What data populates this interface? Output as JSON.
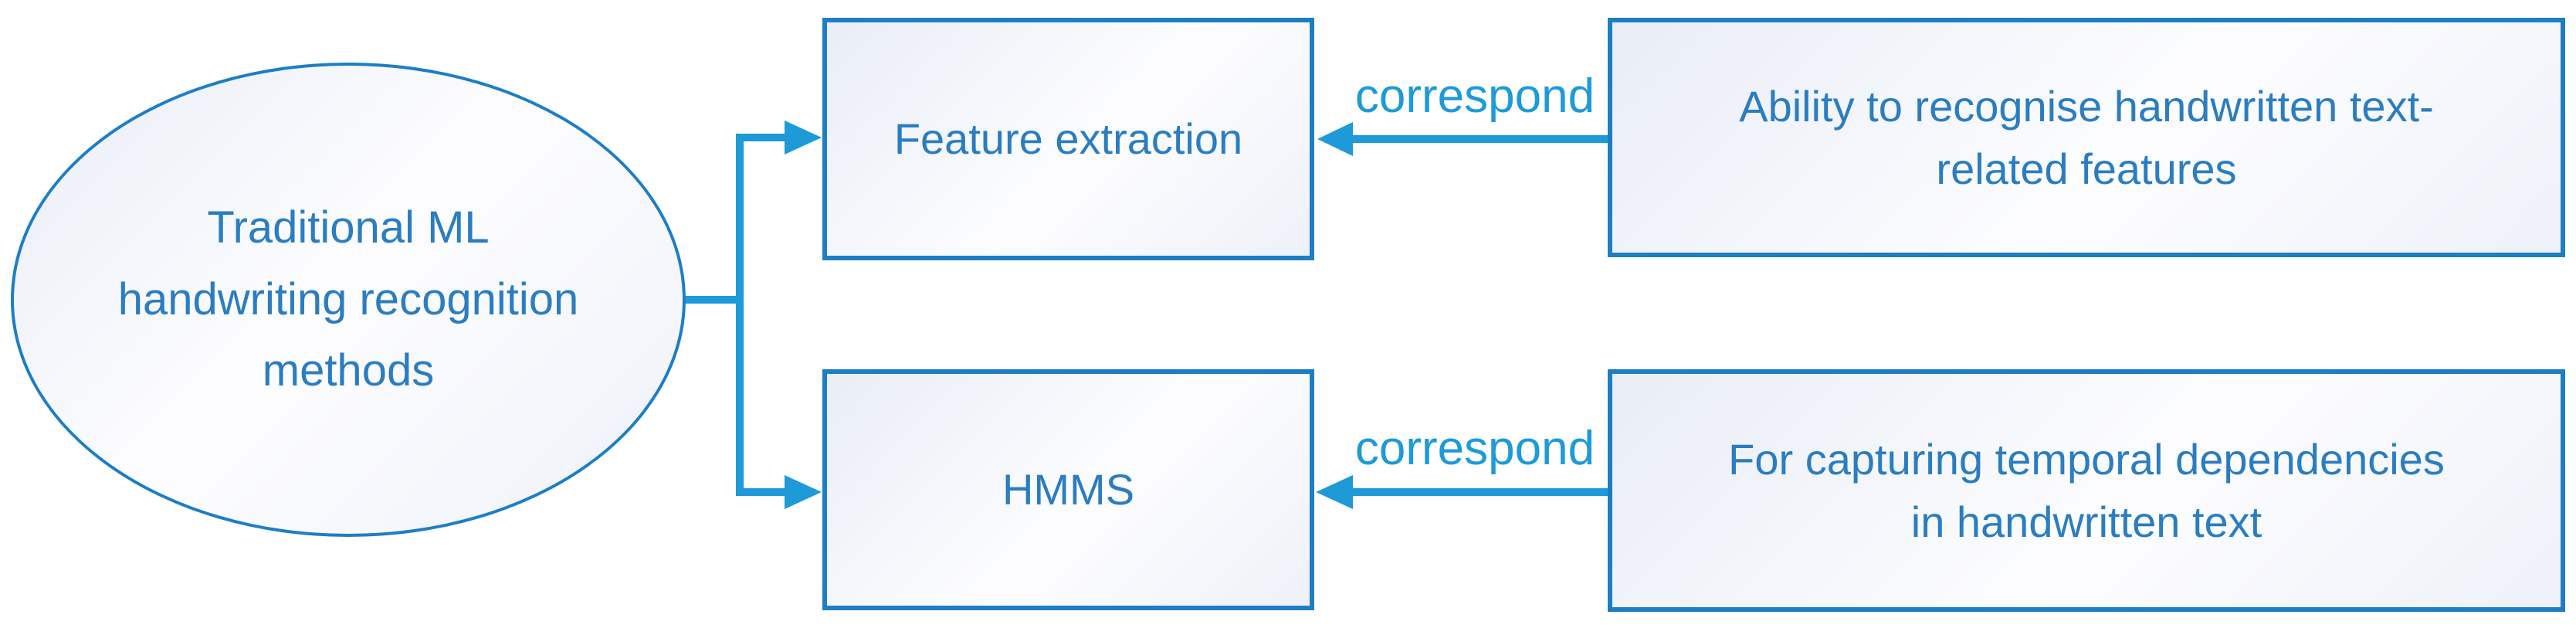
{
  "diagram": {
    "type": "flowchart",
    "root_label": "Traditional ML\nhandwriting recognition\nmethods",
    "method_nodes": [
      {
        "label": "Feature extraction"
      },
      {
        "label": "HMMS"
      }
    ],
    "description_nodes": [
      {
        "label": "Ability to recognise handwritten text-\nrelated features"
      },
      {
        "label": "For capturing temporal dependencies\nin handwritten text"
      }
    ],
    "edges": [
      {
        "from": "Traditional ML handwriting recognition methods",
        "to": "Feature extraction",
        "label": ""
      },
      {
        "from": "Traditional ML handwriting recognition methods",
        "to": "HMMS",
        "label": ""
      },
      {
        "from": "Ability to recognise handwritten text-related features",
        "to": "Feature extraction",
        "label": "correspond"
      },
      {
        "from": "For capturing temporal dependencies in handwritten text",
        "to": "HMMS",
        "label": "correspond"
      }
    ],
    "colors": {
      "shape-stroke": "#1d7ec4",
      "shape-text": "#2b7dc0",
      "arrow": "#1d9ad7",
      "edge-label": "#1d9ad7",
      "fill-tint": "#e9edf6",
      "fill-light": "#fdfdff",
      "background": "#ffffff"
    }
  }
}
